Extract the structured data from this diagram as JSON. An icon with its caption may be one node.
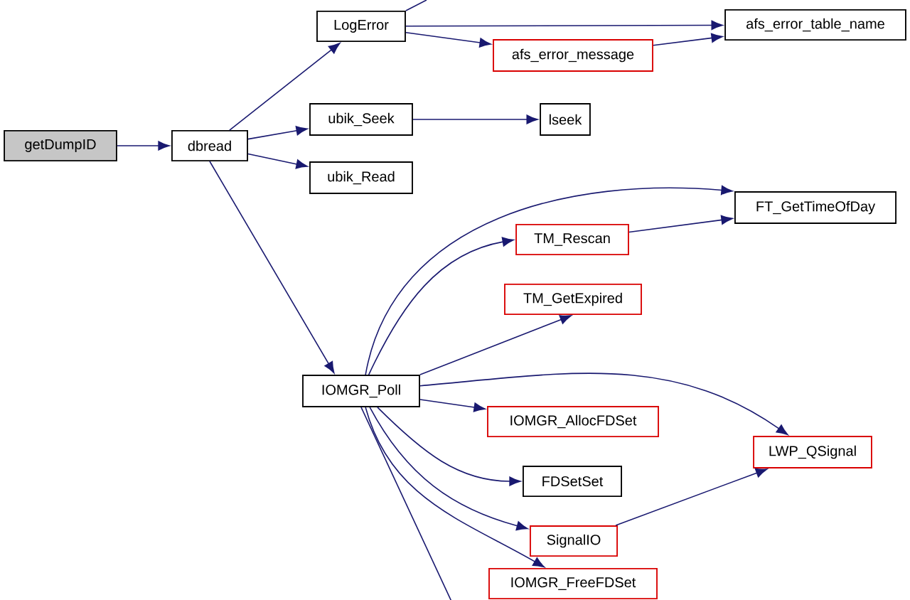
{
  "diagram": {
    "nodes": [
      {
        "text": [
          "getDumpID"
        ]
      },
      {
        "text": [
          "dbread"
        ]
      },
      {
        "text": [
          "LogError"
        ]
      },
      {
        "text": [
          "afs_error_table_name"
        ]
      },
      {
        "text": [
          "afs_error_message"
        ]
      },
      {
        "text": [
          "ubik_Seek"
        ]
      },
      {
        "text": [
          "lseek"
        ]
      },
      {
        "text": [
          "ubik_Read"
        ]
      },
      {
        "text": [
          "FT_GetTimeOfDay"
        ]
      },
      {
        "text": [
          "TM_Rescan"
        ]
      },
      {
        "text": [
          "TM_GetExpired"
        ]
      },
      {
        "text": [
          "IOMGR_Poll"
        ]
      },
      {
        "text": [
          "IOMGR_AllocFDSet"
        ]
      },
      {
        "text": [
          "LWP_QSignal"
        ]
      },
      {
        "text": [
          "FDSetSet"
        ]
      },
      {
        "text": [
          "SignalIO"
        ]
      },
      {
        "text": [
          "IOMGR_FreeFDSet"
        ]
      }
    ],
    "edges": [
      {
        "from": 0,
        "to": 1,
        "arrow": "to"
      },
      {
        "from": 1,
        "to": 2,
        "arrow": "to"
      },
      {
        "from": 1,
        "to": 5,
        "arrow": "to"
      },
      {
        "from": 1,
        "to": 7,
        "arrow": "to"
      },
      {
        "from": 1,
        "to": 11,
        "arrow": "to"
      },
      {
        "from": 2,
        "to": null,
        "arrow": "none"
      },
      {
        "from": 2,
        "to": 3,
        "arrow": "to"
      },
      {
        "from": 2,
        "to": 4,
        "arrow": "to"
      },
      {
        "from": 4,
        "to": 3,
        "arrow": "to"
      },
      {
        "from": 5,
        "to": 6,
        "arrow": "to"
      },
      {
        "from": 11,
        "to": 8,
        "arrow": "to"
      },
      {
        "from": 9,
        "to": 8,
        "arrow": "to"
      },
      {
        "from": 11,
        "to": 9,
        "arrow": "to"
      },
      {
        "from": 11,
        "to": 10,
        "arrow": "to"
      },
      {
        "from": 11,
        "to": 13,
        "arrow": "to"
      },
      {
        "from": 11,
        "to": 12,
        "arrow": "to"
      },
      {
        "from": 11,
        "to": 14,
        "arrow": "to"
      },
      {
        "from": 11,
        "to": 15,
        "arrow": "to"
      },
      {
        "from": 15,
        "to": 13,
        "arrow": "to"
      },
      {
        "from": 11,
        "to": 16,
        "arrow": "to"
      },
      {
        "from": 11,
        "to": null,
        "arrow": "none"
      }
    ]
  }
}
